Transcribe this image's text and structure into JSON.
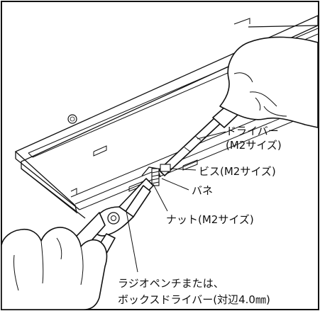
{
  "labels": {
    "driver_line1": "ドライバー",
    "driver_line2": "(M2サイズ)",
    "screw": "ビス(M2サイズ)",
    "spring": "バネ",
    "nut": "ナット(M2サイズ)",
    "pliers_line1": "ラジオペンチまたは、",
    "pliers_line2": "ボックスドライバー(対辺4.0㎜)"
  },
  "icons": {
    "hand_top": "hand-holding-screwdriver-icon",
    "hand_bottom": "hand-holding-pliers-icon",
    "pliers": "needle-nose-pliers-icon",
    "screwdriver": "screwdriver-icon"
  },
  "colors": {
    "line": "#111111",
    "background": "#ffffff"
  }
}
